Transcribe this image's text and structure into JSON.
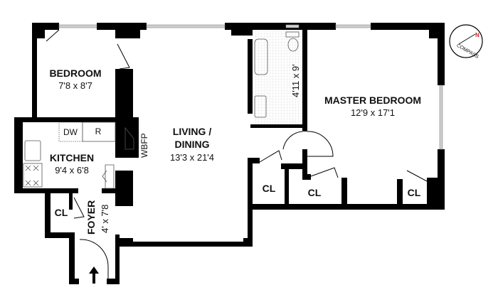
{
  "rooms": {
    "bedroom": {
      "name": "BEDROOM",
      "size": "7'8 x 8'7"
    },
    "kitchen": {
      "name": "KITCHEN",
      "size": "9'4 x 6'8",
      "dw": "DW",
      "r": "R"
    },
    "living": {
      "name_line1": "LIVING /",
      "name_line2": "DINING",
      "size": "13'3 x 21'4",
      "fireplace": "WBFP"
    },
    "foyer": {
      "name": "FOYER",
      "size": "4' x 7'8"
    },
    "bath": {
      "size": "4'11 x 9'"
    },
    "master": {
      "name": "MASTER BEDROOM",
      "size": "12'9 x 17'1"
    },
    "closets": [
      "CL",
      "CL",
      "CL",
      "CL"
    ]
  },
  "compass": {
    "label": "COMPASS",
    "north": "N",
    "north_color": "#d42020"
  },
  "colors": {
    "wall": "#000000",
    "window": "#c8c8c8",
    "tile": "#e6e6e6"
  }
}
